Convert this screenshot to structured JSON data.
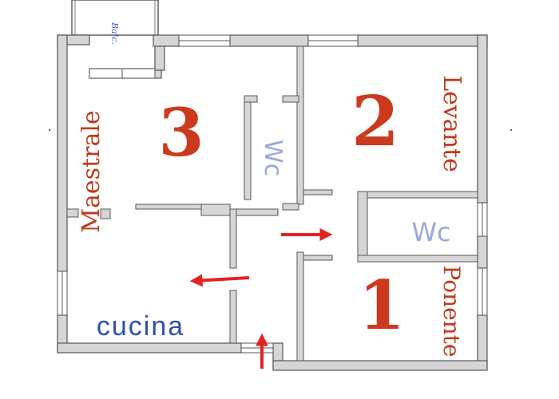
{
  "floorplan": {
    "colors": {
      "wall_fill": "#d6d6d6",
      "wall_stroke": "#555555",
      "room_number": "#cc3a1e",
      "room_name": "#c0391b",
      "wc_label": "#9aa8dd",
      "kitchen_label": "#2e4fb0",
      "arrow": "#e32222"
    },
    "labels": {
      "balcony": "Balc.",
      "room3_number": "3",
      "room2_number": "2",
      "room1_number": "1",
      "room3_name": "Maestrale",
      "room2_name": "Levante",
      "room1_name": "Ponente",
      "wc_left": "Wc",
      "wc_right": "Wc",
      "kitchen": "cucina"
    },
    "icons": {
      "entrance_arrow": "arrow-up-icon",
      "kitchen_arrow": "arrow-left-icon",
      "hall_arrow": "arrow-right-icon"
    }
  }
}
